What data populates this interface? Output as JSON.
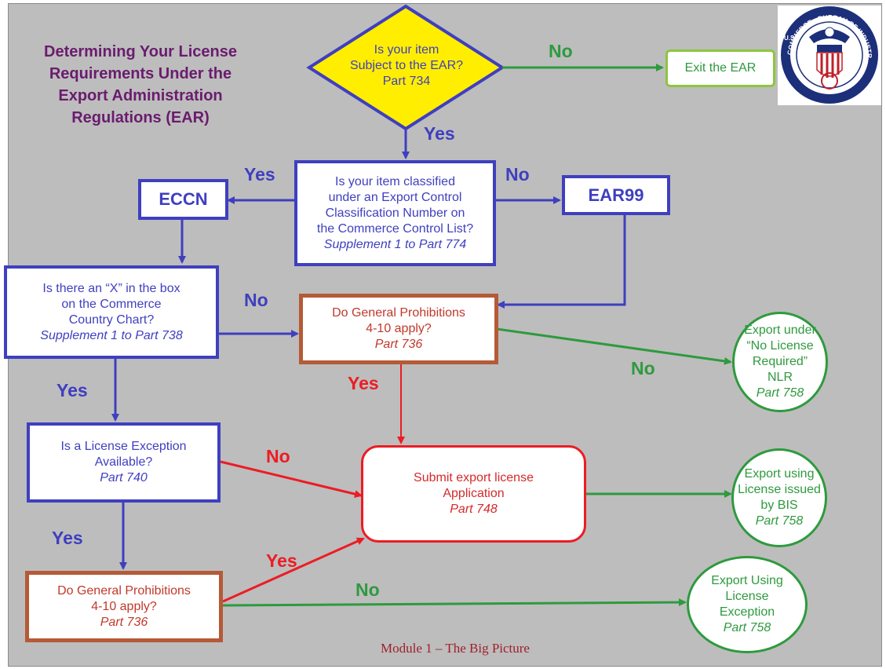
{
  "title": [
    "Determining Your License",
    "Requirements Under the",
    "Export Administration",
    "Regulations (EAR)"
  ],
  "footer": "Module 1 – The Big Picture",
  "colors": {
    "blue": "#3f3fc0",
    "green": "#2e9a3e",
    "red": "#ec1c24",
    "orange": "#b55a36",
    "diamond": "#ffee00",
    "title": "#6a1c6e"
  },
  "seal": {
    "text": "DEPARTMENT OF COMMERCE · BUREAU OF INDUSTRY AND SECURITY",
    "prefix": "U.S."
  },
  "nodes": {
    "subject": {
      "lines": [
        "Is your item",
        "Subject to the EAR?"
      ],
      "part": "Part 734"
    },
    "exit": {
      "label": "Exit the EAR"
    },
    "classified": {
      "lines": [
        "Is your item classified",
        "under an Export Control",
        "Classification Number on",
        "the Commerce Control List?"
      ],
      "part": "Supplement 1 to Part 774"
    },
    "eccn": {
      "label": "ECCN"
    },
    "ear99": {
      "label": "EAR99"
    },
    "xbox": {
      "lines": [
        "Is there an “X” in the box",
        "on the Commerce",
        "Country Chart?"
      ],
      "part": "Supplement 1 to Part 738"
    },
    "gp1": {
      "lines": [
        "Do General Prohibitions",
        "4-10 apply?"
      ],
      "part": "Part 736"
    },
    "nlr": {
      "lines": [
        "Export under",
        "“No License",
        "Required”",
        "NLR"
      ],
      "part": "Part 758"
    },
    "exception": {
      "lines": [
        "Is a License Exception",
        "Available?"
      ],
      "part": "Part 740"
    },
    "submit": {
      "lines": [
        "Submit export license",
        "Application"
      ],
      "part": "Part 748"
    },
    "issued": {
      "lines": [
        "Export using",
        "License issued",
        "by BIS"
      ],
      "part": "Part 758"
    },
    "gp2": {
      "lines": [
        "Do General Prohibitions",
        "4-10 apply?"
      ],
      "part": "Part 736"
    },
    "usingexc": {
      "lines": [
        "Export Using",
        "License",
        "Exception"
      ],
      "part": "Part 758"
    }
  },
  "edge_labels": {
    "subject_no": "No",
    "subject_yes": "Yes",
    "classified_yes": "Yes",
    "classified_no": "No",
    "xbox_no": "No",
    "xbox_yes": "Yes",
    "gp1_no": "No",
    "gp1_yes": "Yes",
    "exception_no": "No",
    "exception_yes": "Yes",
    "gp2_yes": "Yes",
    "gp2_no": "No"
  }
}
